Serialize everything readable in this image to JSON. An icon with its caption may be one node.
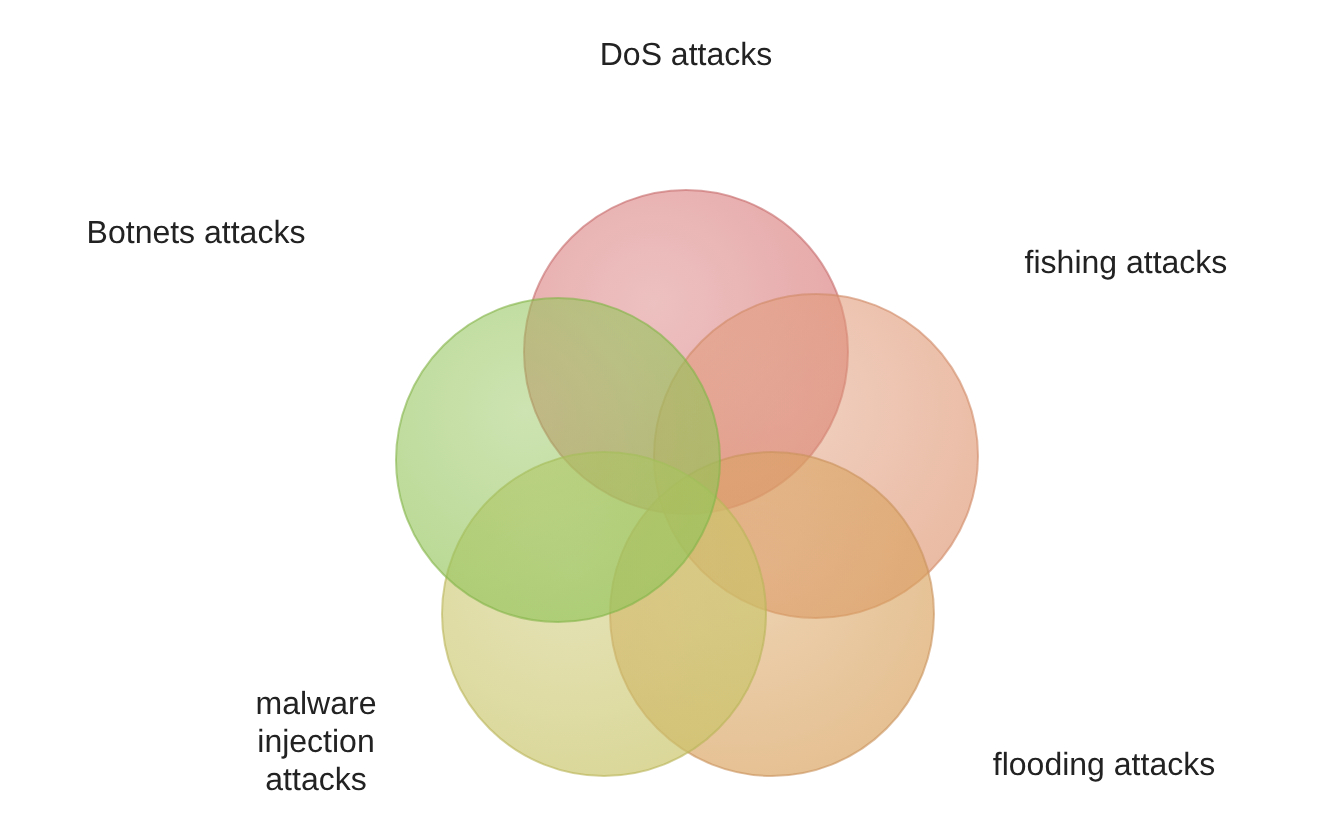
{
  "diagram": {
    "nodes": [
      {
        "text": [
          "DoS attacks"
        ]
      },
      {
        "text": [
          "fishing attacks"
        ]
      },
      {
        "text": [
          "flooding attacks"
        ]
      },
      {
        "text": [
          "malware injection attacks"
        ]
      },
      {
        "text": [
          "Botnets attacks"
        ]
      }
    ]
  }
}
